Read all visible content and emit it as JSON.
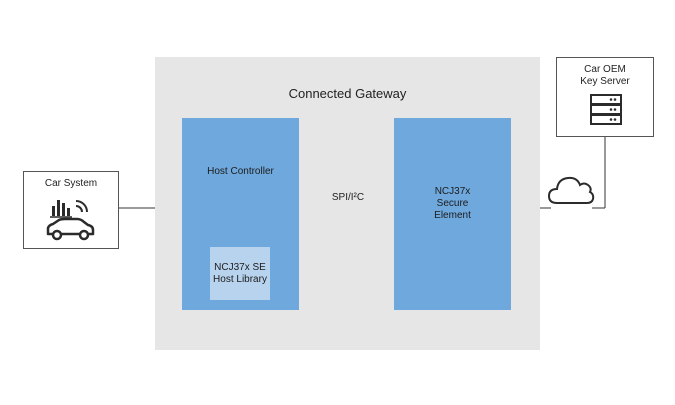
{
  "gateway": {
    "title": "Connected Gateway"
  },
  "host_controller": {
    "label": "Host Controller"
  },
  "host_library": {
    "line1": "NCJ37x SE",
    "line2": "Host Library"
  },
  "secure_element": {
    "line1": "NCJ37x",
    "line2": "Secure",
    "line3": "Element"
  },
  "bus": {
    "label": "SPI/I²C"
  },
  "car_system": {
    "label": "Car System",
    "icon": "connected-car-icon"
  },
  "key_server": {
    "line1": "Car OEM",
    "line2": "Key Server",
    "icon": "server-rack-icon"
  },
  "cloud": {
    "icon": "cloud-icon"
  },
  "colors": {
    "block": "#6fa8dc",
    "library": "#b8d3ee",
    "gateway_bg": "#e6e6e6"
  }
}
